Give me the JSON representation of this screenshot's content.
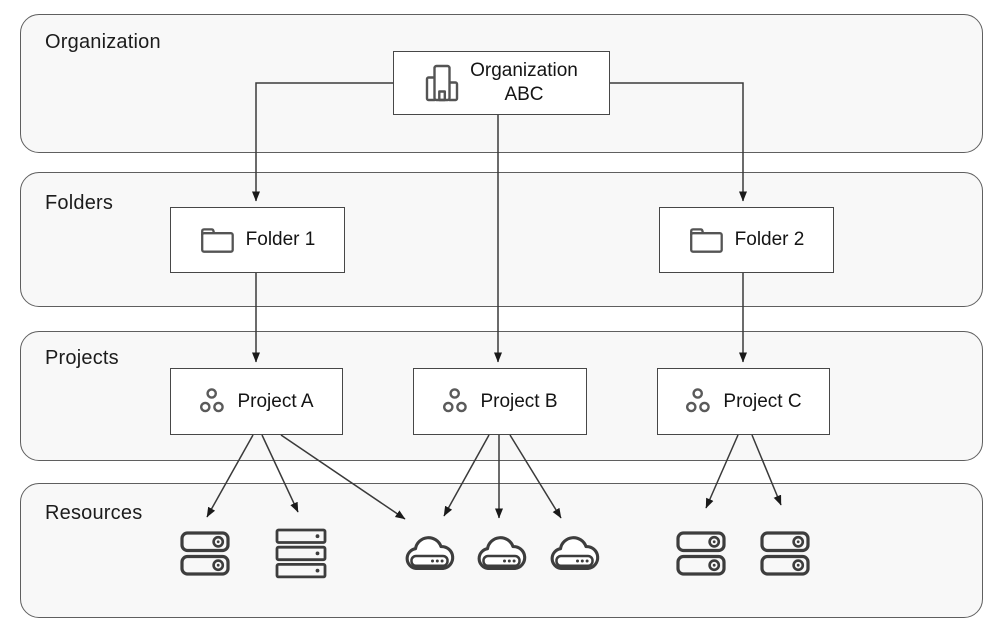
{
  "bands": {
    "organization": {
      "label": "Organization"
    },
    "folders": {
      "label": "Folders"
    },
    "projects": {
      "label": "Projects"
    },
    "resources": {
      "label": "Resources"
    }
  },
  "nodes": {
    "organization_abc": {
      "line1": "Organization",
      "line2": "ABC",
      "icon": "organization-building-icon"
    },
    "folder_1": {
      "label": "Folder 1",
      "icon": "folder-icon"
    },
    "folder_2": {
      "label": "Folder 2",
      "icon": "folder-icon"
    },
    "project_a": {
      "label": "Project A",
      "icon": "project-dots-icon"
    },
    "project_b": {
      "label": "Project B",
      "icon": "project-dots-icon"
    },
    "project_c": {
      "label": "Project C",
      "icon": "project-dots-icon"
    }
  },
  "resources": [
    {
      "id": "resource_1",
      "icon": "server-stack-icon"
    },
    {
      "id": "resource_2",
      "icon": "server-rack-icon"
    },
    {
      "id": "resource_3",
      "icon": "cloud-server-icon"
    },
    {
      "id": "resource_4",
      "icon": "cloud-server-icon"
    },
    {
      "id": "resource_5",
      "icon": "cloud-server-icon"
    },
    {
      "id": "resource_6",
      "icon": "server-stack-icon"
    },
    {
      "id": "resource_7",
      "icon": "server-stack-icon"
    }
  ],
  "edges": [
    {
      "from": "organization_abc",
      "to": "folder_1"
    },
    {
      "from": "organization_abc",
      "to": "project_b"
    },
    {
      "from": "organization_abc",
      "to": "folder_2"
    },
    {
      "from": "folder_1",
      "to": "project_a"
    },
    {
      "from": "folder_2",
      "to": "project_c"
    },
    {
      "from": "project_a",
      "to": "resource_1"
    },
    {
      "from": "project_a",
      "to": "resource_2"
    },
    {
      "from": "project_a",
      "to": "resource_3"
    },
    {
      "from": "project_b",
      "to": "resource_3"
    },
    {
      "from": "project_b",
      "to": "resource_4"
    },
    {
      "from": "project_b",
      "to": "resource_5"
    },
    {
      "from": "project_c",
      "to": "resource_6"
    },
    {
      "from": "project_c",
      "to": "resource_7"
    }
  ],
  "colors": {
    "band_fill": "#f8f8f8",
    "band_border": "#5f5f5f",
    "box_border": "#474747",
    "line": "#3a3a3a",
    "arrowhead": "#1a1a1a",
    "icon_stroke": "#4f4f4f",
    "resource_icon_stroke": "#3d3d3d",
    "text": "#1a1a1a"
  }
}
